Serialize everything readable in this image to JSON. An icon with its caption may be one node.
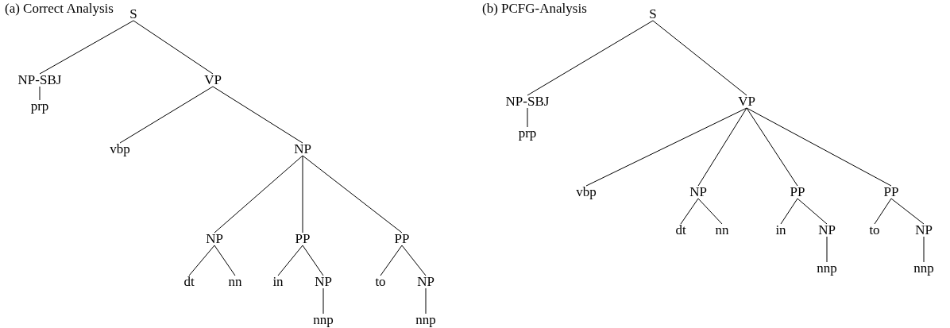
{
  "diagram": {
    "nodes": [
      {
        "text": [
          "S"
        ]
      },
      {
        "text": [
          "NP-SBJ"
        ]
      },
      {
        "text": [
          "VP"
        ]
      },
      {
        "text": [
          "prp"
        ]
      },
      {
        "text": [
          "vbp"
        ]
      },
      {
        "text": [
          "NP"
        ]
      },
      {
        "text": [
          "NP"
        ]
      },
      {
        "text": [
          "PP"
        ]
      },
      {
        "text": [
          "PP"
        ]
      },
      {
        "text": [
          "dt"
        ]
      },
      {
        "text": [
          "nn"
        ]
      },
      {
        "text": [
          "in"
        ]
      },
      {
        "text": [
          "NP"
        ]
      },
      {
        "text": [
          "to"
        ]
      },
      {
        "text": [
          "NP"
        ]
      },
      {
        "text": [
          "nnp"
        ]
      },
      {
        "text": [
          "nnp"
        ]
      },
      {
        "text": [
          "S"
        ]
      },
      {
        "text": [
          "NP-SBJ"
        ]
      },
      {
        "text": [
          "VP"
        ]
      },
      {
        "text": [
          "prp"
        ]
      },
      {
        "text": [
          "vbp"
        ]
      },
      {
        "text": [
          "NP"
        ]
      },
      {
        "text": [
          "PP"
        ]
      },
      {
        "text": [
          "PP"
        ]
      },
      {
        "text": [
          "dt"
        ]
      },
      {
        "text": [
          "nn"
        ]
      },
      {
        "text": [
          "in"
        ]
      },
      {
        "text": [
          "NP"
        ]
      },
      {
        "text": [
          "to"
        ]
      },
      {
        "text": [
          "NP"
        ]
      },
      {
        "text": [
          "nnp"
        ]
      },
      {
        "text": [
          "nnp"
        ]
      }
    ],
    "edges": [
      {
        "from": 0,
        "to": 1,
        "arrow": "none"
      },
      {
        "from": 0,
        "to": 2,
        "arrow": "none"
      },
      {
        "from": 1,
        "to": 3,
        "arrow": "none"
      },
      {
        "from": 2,
        "to": 4,
        "arrow": "none"
      },
      {
        "from": 2,
        "to": 5,
        "arrow": "none"
      },
      {
        "from": 5,
        "to": 6,
        "arrow": "none"
      },
      {
        "from": 5,
        "to": 7,
        "arrow": "none"
      },
      {
        "from": 5,
        "to": 8,
        "arrow": "none"
      },
      {
        "from": 6,
        "to": 9,
        "arrow": "none"
      },
      {
        "from": 6,
        "to": 10,
        "arrow": "none"
      },
      {
        "from": 7,
        "to": 11,
        "arrow": "none"
      },
      {
        "from": 7,
        "to": 12,
        "arrow": "none"
      },
      {
        "from": 8,
        "to": 13,
        "arrow": "none"
      },
      {
        "from": 8,
        "to": 14,
        "arrow": "none"
      },
      {
        "from": 12,
        "to": 15,
        "arrow": "none"
      },
      {
        "from": 14,
        "to": 16,
        "arrow": "none"
      },
      {
        "from": 17,
        "to": 18,
        "arrow": "none"
      },
      {
        "from": 17,
        "to": 19,
        "arrow": "none"
      },
      {
        "from": 18,
        "to": 20,
        "arrow": "none"
      },
      {
        "from": 19,
        "to": 21,
        "arrow": "none"
      },
      {
        "from": 19,
        "to": 22,
        "arrow": "none"
      },
      {
        "from": 19,
        "to": 23,
        "arrow": "none"
      },
      {
        "from": 19,
        "to": 24,
        "arrow": "none"
      },
      {
        "from": 22,
        "to": 25,
        "arrow": "none"
      },
      {
        "from": 22,
        "to": 26,
        "arrow": "none"
      },
      {
        "from": 23,
        "to": 27,
        "arrow": "none"
      },
      {
        "from": 23,
        "to": 28,
        "arrow": "none"
      },
      {
        "from": 24,
        "to": 29,
        "arrow": "none"
      },
      {
        "from": 24,
        "to": 30,
        "arrow": "none"
      },
      {
        "from": 28,
        "to": 31,
        "arrow": "none"
      },
      {
        "from": 30,
        "to": 32,
        "arrow": "none"
      }
    ],
    "labels": [
      "(a) Correct Analysis",
      "(b) PCFG-Analysis"
    ]
  }
}
